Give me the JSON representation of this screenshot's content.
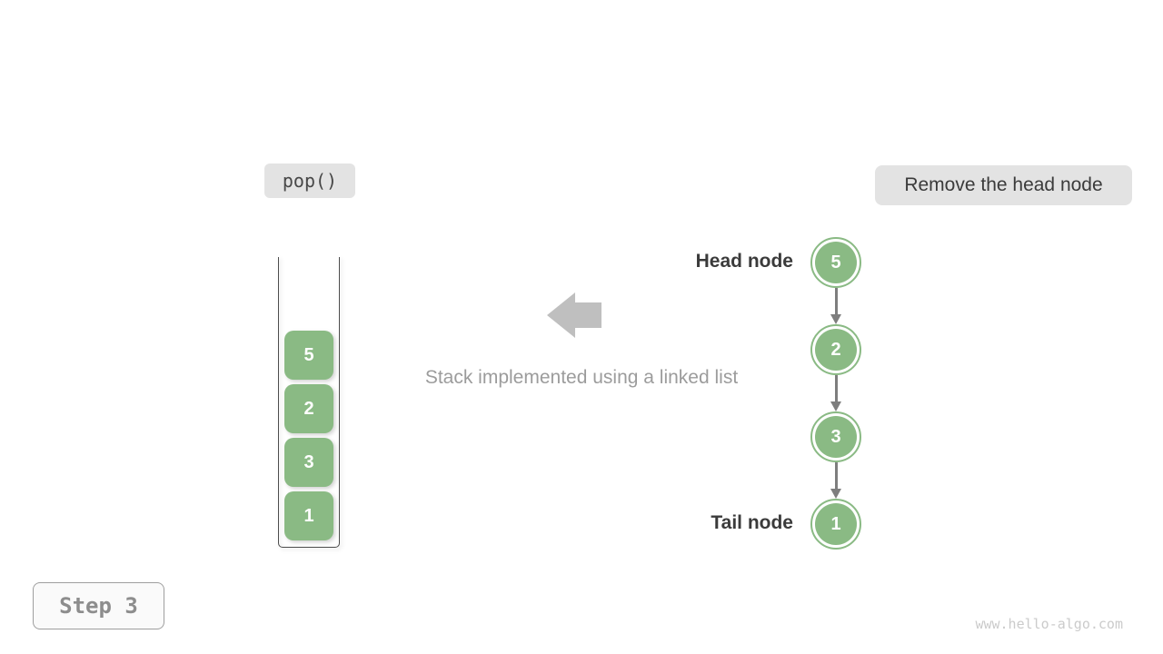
{
  "badges": {
    "operation": "pop()",
    "description": "Remove the head node"
  },
  "stack": {
    "items": [
      "5",
      "2",
      "3",
      "1"
    ],
    "caption": "Stack implemented using a linked list"
  },
  "linked_list": {
    "head_label": "Head node",
    "tail_label": "Tail node",
    "nodes": [
      "5",
      "2",
      "3",
      "1"
    ]
  },
  "footer": {
    "step": "Step 3",
    "watermark": "www.hello-algo.com"
  },
  "colors": {
    "node_green": "#8ABA84",
    "badge_bg": "#E3E3E3",
    "code_text": "#474747",
    "text_dark": "#3B3B3B",
    "arrow_gray": "#7E7E7E",
    "big_arrow_gray": "#BFBFBF",
    "caption_gray": "#9C9C9C",
    "container_border": "#4D4D4D",
    "step_text": "#8D8D8D",
    "step_border": "#9E9E9E",
    "step_bg": "#FAFAFA",
    "watermark_gray": "#CBCBCB"
  }
}
